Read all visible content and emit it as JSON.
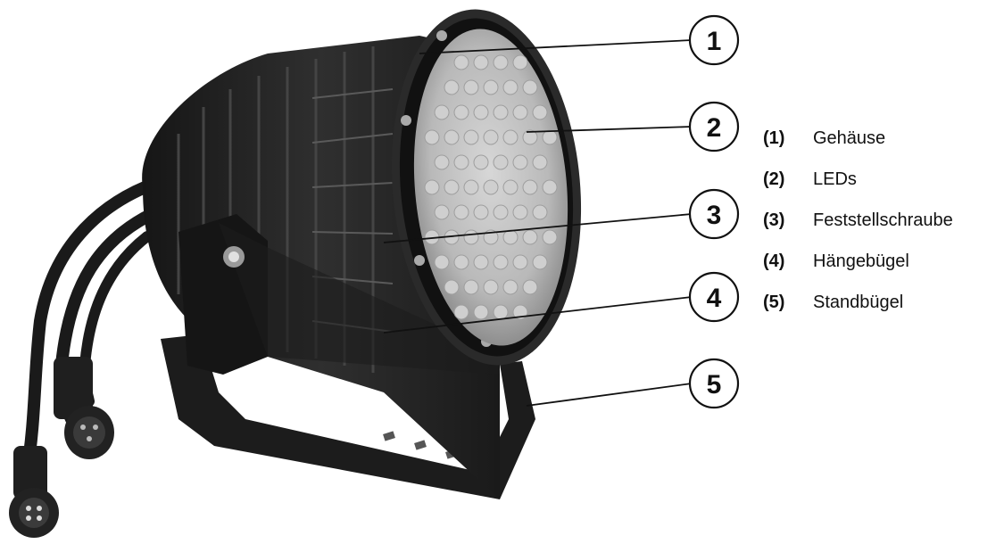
{
  "callouts": [
    "1",
    "2",
    "3",
    "4",
    "5"
  ],
  "legend": [
    {
      "num": "(1)",
      "text": "Gehäuse"
    },
    {
      "num": "(2)",
      "text": "LEDs"
    },
    {
      "num": "(3)",
      "text": "Feststellschraube"
    },
    {
      "num": "(4)",
      "text": "Hängebügel"
    },
    {
      "num": "(5)",
      "text": "Standbügel"
    }
  ],
  "colors": {
    "body": "#1c1c1c",
    "fins": "#2b2b2b",
    "highlight": "#5a5a5a",
    "lens": "#bdbdbd",
    "lens_dot": "#cfcfcf",
    "line": "#111111"
  }
}
